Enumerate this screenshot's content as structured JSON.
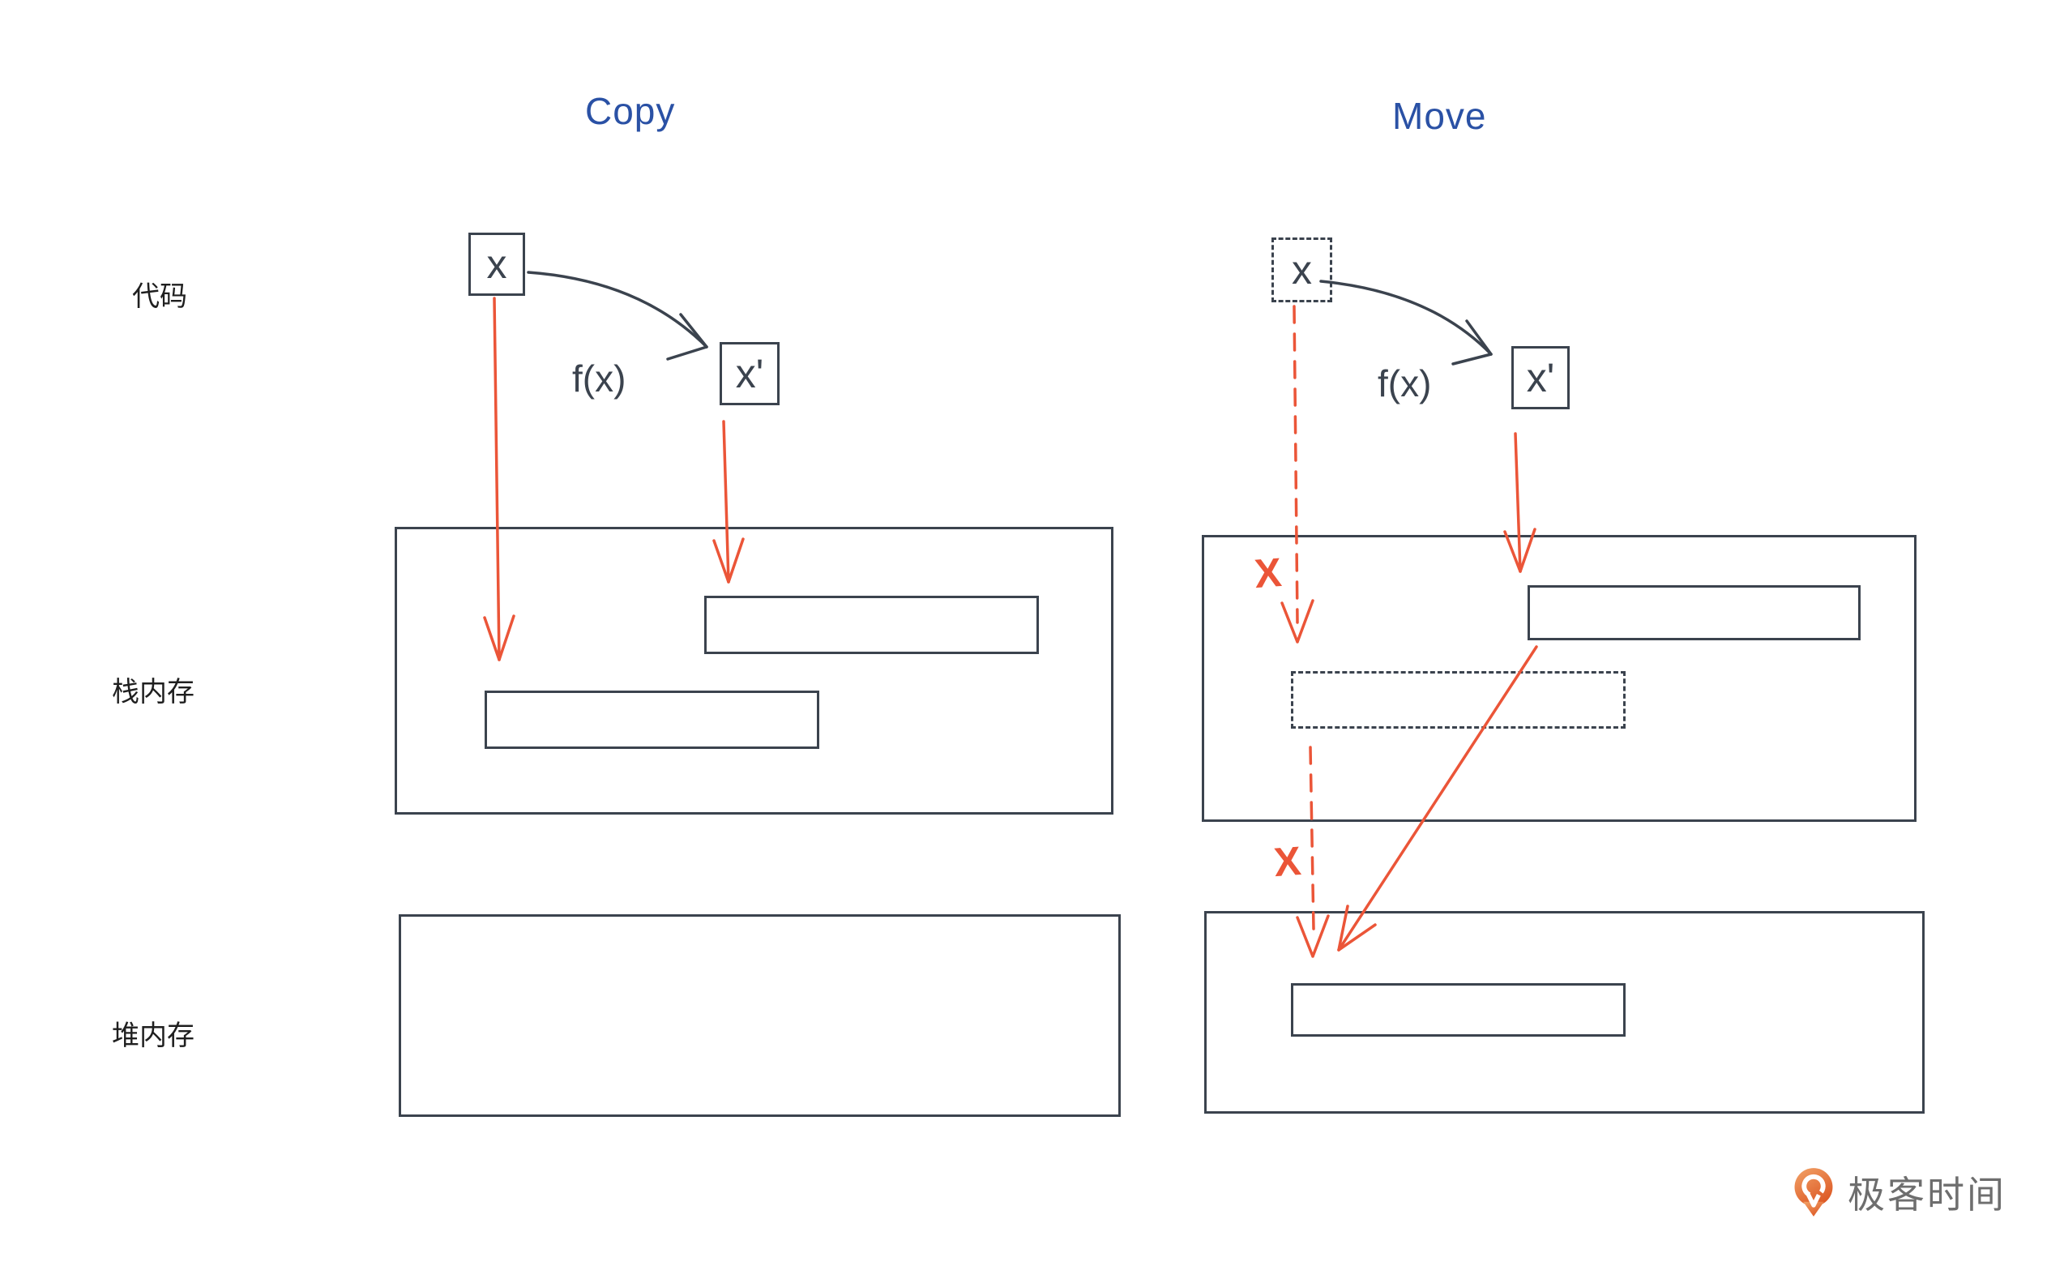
{
  "titles": {
    "copy": "Copy",
    "move": "Move"
  },
  "row_labels": {
    "code": "代码",
    "stack": "栈内存",
    "heap": "堆内存"
  },
  "copy_panel": {
    "var_x": "x",
    "var_x_prime": "x'",
    "fn": "f(x)"
  },
  "move_panel": {
    "var_x": "x",
    "var_x_prime": "x'",
    "fn": "f(x)",
    "invalid_mark_stack": "X",
    "invalid_mark_heap": "X"
  },
  "logo": {
    "brand": "极客时间"
  },
  "colors": {
    "title_blue": "#2a51a5",
    "outline_dark": "#3b434e",
    "arrow_red": "#eb5538",
    "logo_orange_top": "#f2a368",
    "logo_orange_bottom": "#dd5a26",
    "logo_text_gray": "#6e6e6e"
  }
}
